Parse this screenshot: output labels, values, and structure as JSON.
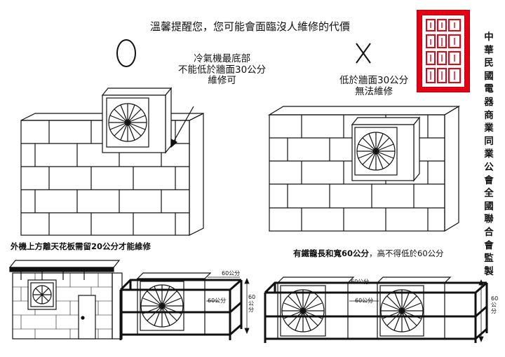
{
  "title": "溫馨提醒您，您可能會面臨沒人維修的代價",
  "good_example": {
    "mark": "○",
    "label_lines": [
      "冷氣機最底部",
      "不能低於牆面30公分",
      "維修可"
    ]
  },
  "bad_example": {
    "mark": "×",
    "label_lines": [
      "低於牆面30公分",
      "無法維修"
    ]
  },
  "clearance_note": "外機上方離天花板需留20公分才能維修",
  "cage_note": {
    "prefix": "有鐵籠長和寬",
    "highlight": "60公分",
    "suffix": "，高不得低於60公分"
  },
  "dimensions": {
    "width_top": "60公分",
    "depth": "60公分",
    "height": "60公分"
  },
  "issuer_vertical": "中華民國電器商業同業公會全國聯合會監製",
  "seal": {
    "text": "中華民國電器商業同業公會全國聯合會",
    "color": "#e60012"
  }
}
